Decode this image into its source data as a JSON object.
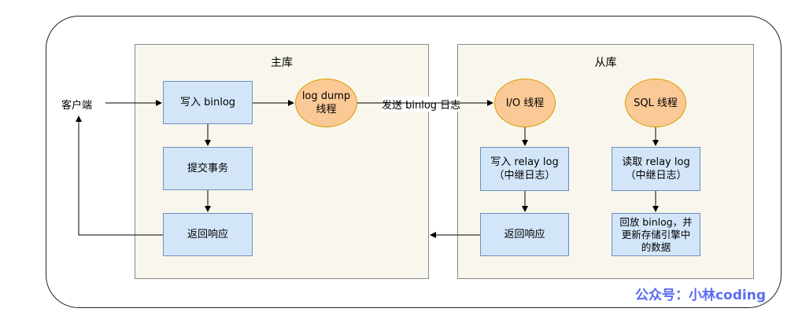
{
  "client": {
    "label": "客户端"
  },
  "master": {
    "title": "主库",
    "write_binlog": "写入 binlog",
    "log_dump": "log dump\n线程",
    "commit": "提交事务",
    "respond": "返回响应"
  },
  "send_label": "发送 binlog 日志",
  "slave": {
    "title": "从库",
    "io_thread": "I/O 线程",
    "sql_thread": "SQL 线程",
    "write_relay": "写入  relay log\n（中继日志）",
    "read_relay": "读取  relay log\n（中继日志）",
    "respond": "返回响应",
    "replay": "回放 binlog，并\n更新存储引擎中\n的数据"
  },
  "watermark": "公众号：小林coding",
  "colors": {
    "panel_fill": "#f9f7ed",
    "box_fill": "#d3e6f9",
    "box_border": "#6c8ebf",
    "circle_fill": "#fbc996",
    "circle_border": "#d79b00",
    "watermark": "#5b6cf0"
  }
}
